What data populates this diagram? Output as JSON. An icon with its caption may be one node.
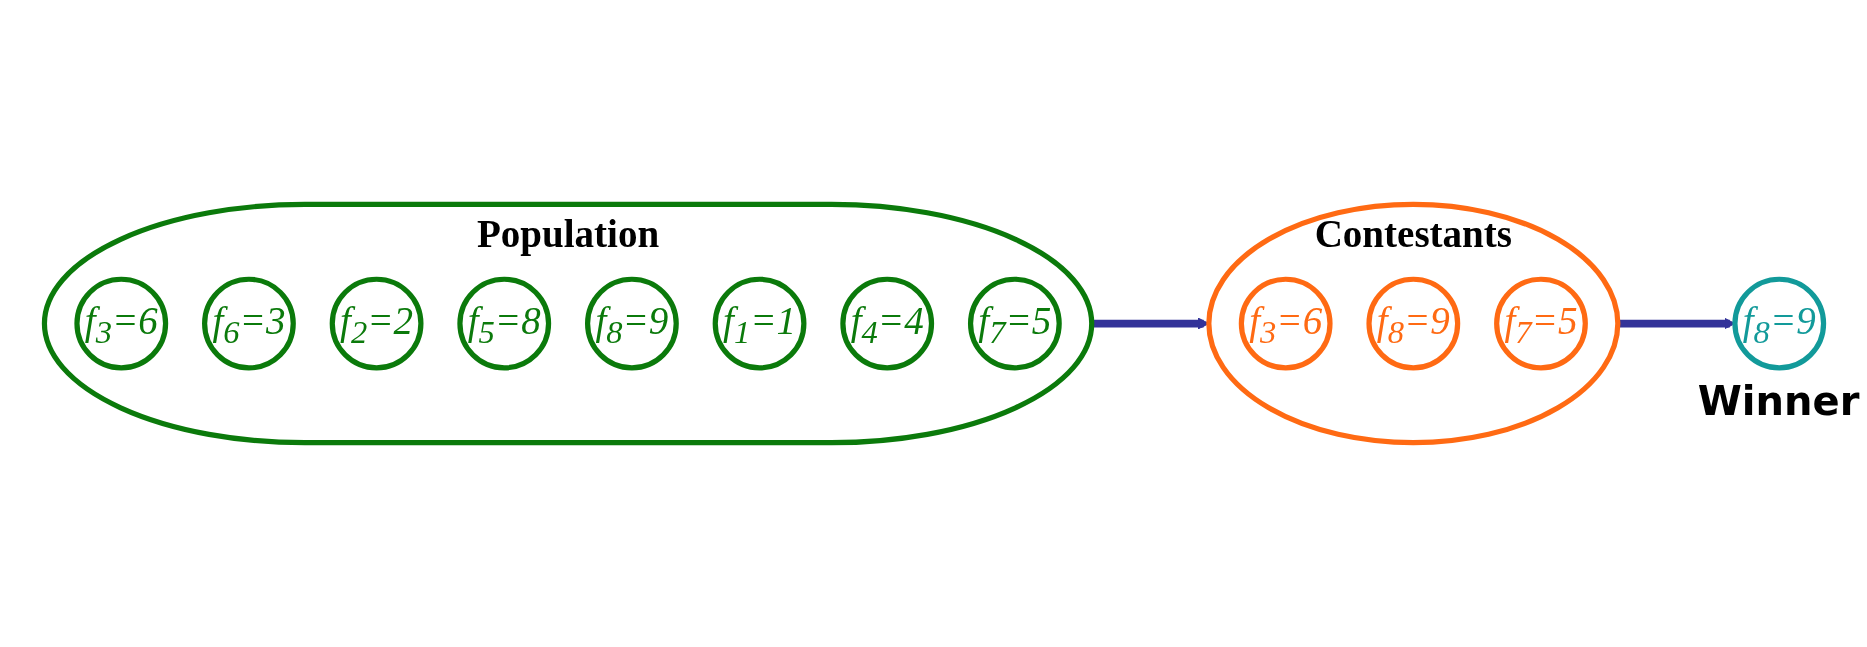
{
  "diagram": {
    "nodes": [
      {
        "text": [
          "Population"
        ]
      },
      {
        "text": [
          "f$_{3}$=6"
        ],
        "in": 0
      },
      {
        "text": [
          "f$_{6}$=3"
        ],
        "in": 0
      },
      {
        "text": [
          "f$_{2}$=2"
        ],
        "in": 0
      },
      {
        "text": [
          "f$_{5}$=8"
        ],
        "in": 0
      },
      {
        "text": [
          "f$_{8}$=9"
        ],
        "in": 0
      },
      {
        "text": [
          "f$_{1}$=1"
        ],
        "in": 0
      },
      {
        "text": [
          "f$_{4}$=4"
        ],
        "in": 0
      },
      {
        "text": [
          "f$_{7}$=5"
        ],
        "in": 0
      },
      {
        "text": [
          "Contestants"
        ]
      },
      {
        "text": [
          "f$_{3}$=6"
        ],
        "in": 9
      },
      {
        "text": [
          "f$_{8}$=9"
        ],
        "in": 9
      },
      {
        "text": [
          "f$_{7}$=5"
        ],
        "in": 9
      },
      {
        "text": [
          "f$_{8}$=9"
        ],
        "beside": [
          "Winner"
        ]
      }
    ],
    "edges": [
      {
        "from": 0,
        "to": 9,
        "arrow": "to"
      },
      {
        "from": 9,
        "to": 13,
        "arrow": "to"
      }
    ]
  }
}
